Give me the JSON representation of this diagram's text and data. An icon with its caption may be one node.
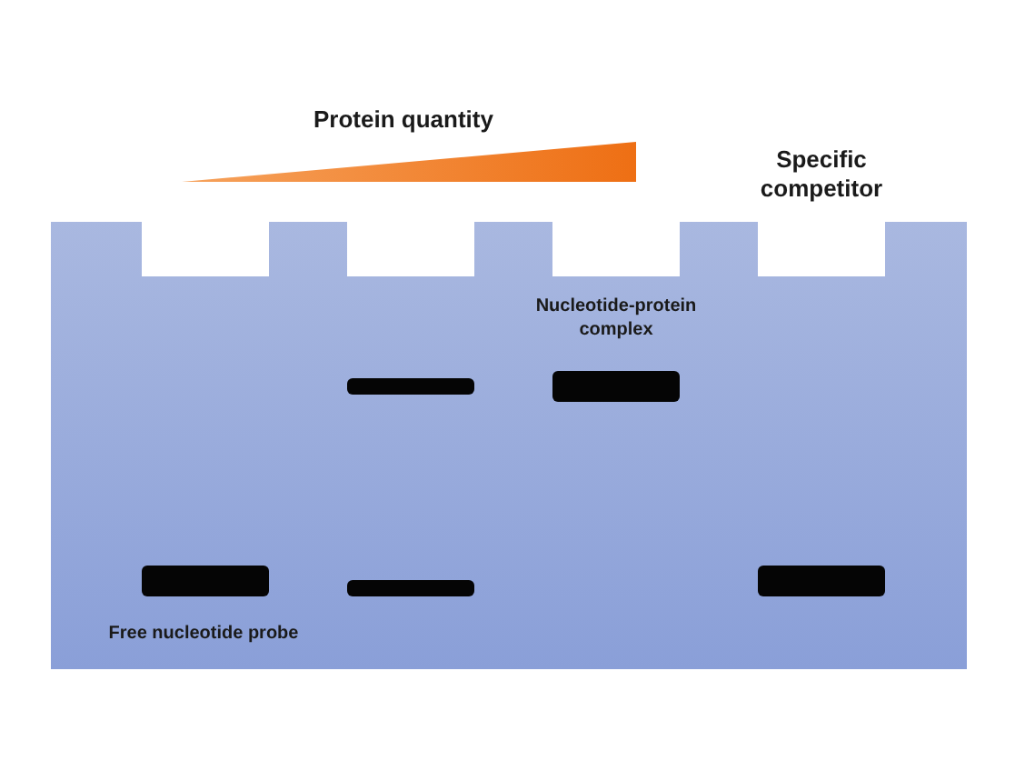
{
  "diagram": {
    "labels": [
      "Protein quantity",
      "Specific competitor",
      "Nucleotide-protein complex",
      "Free nucleotide probe"
    ]
  }
}
